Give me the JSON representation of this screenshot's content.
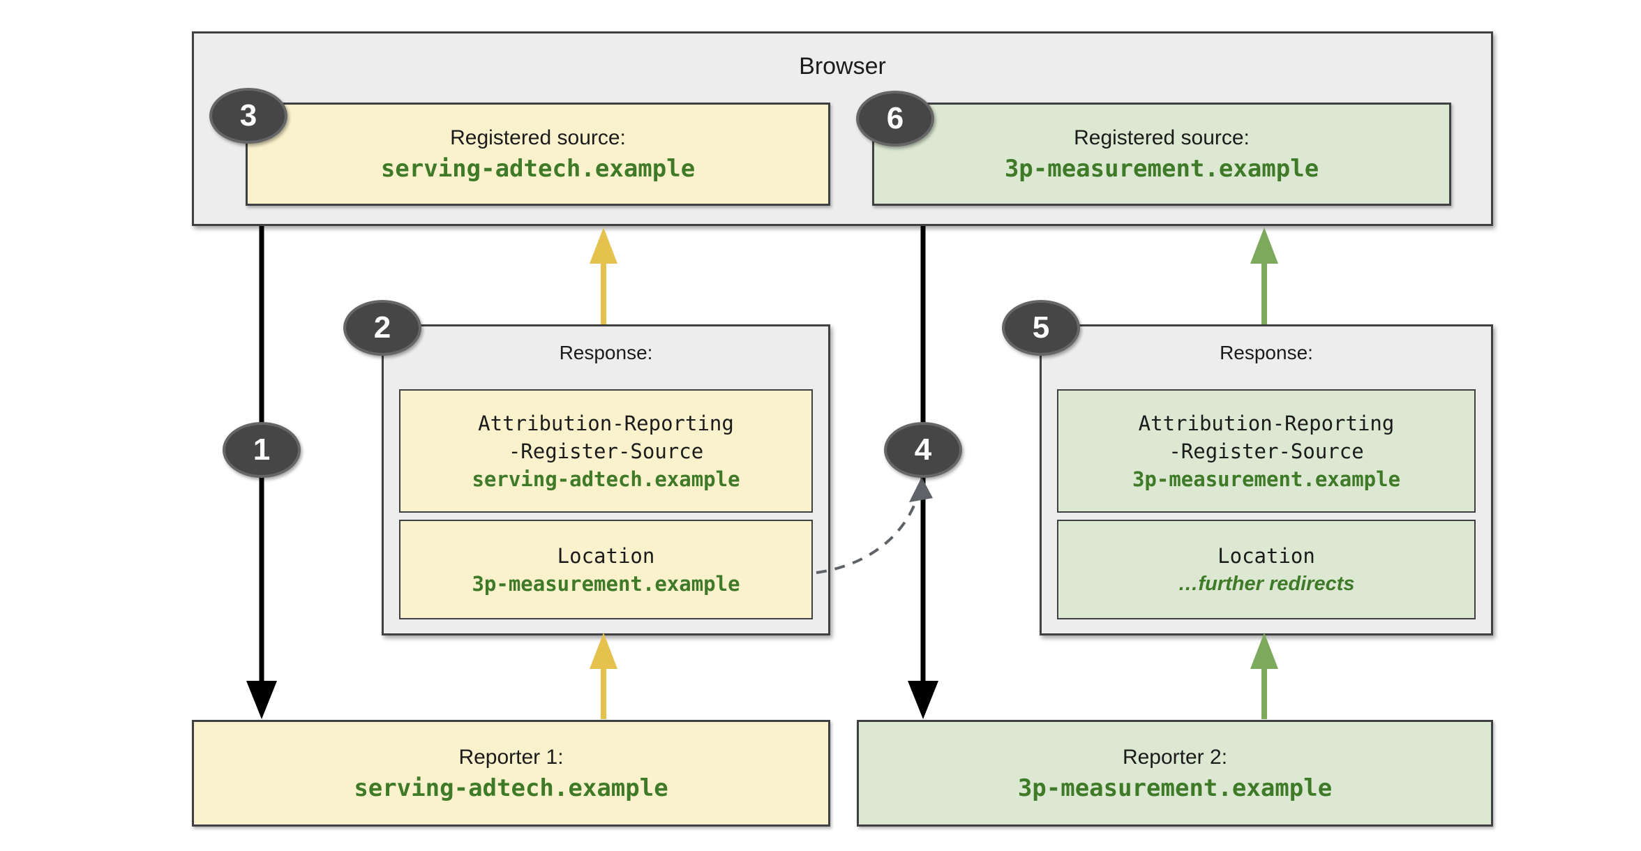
{
  "colors": {
    "page_bg": "#ffffff",
    "panel_fill": "#ededed",
    "panel_border": "#3f4042",
    "yellow_fill": "#faf1cd",
    "green_fill": "#dce8d2",
    "domain_green": "#3e7a28",
    "arrow_yellow": "#e5c14e",
    "arrow_green": "#7ca95c",
    "arrow_black": "#000000",
    "dash_gray": "#5f6368",
    "badge_fill": "#464646",
    "badge_ring": "#666666",
    "badge_text": "#ffffff",
    "text_dark": "#1b1b1b"
  },
  "browser": {
    "label": "Browser",
    "source1": {
      "badge": "3",
      "title": "Registered source:",
      "domain": "serving-adtech.example"
    },
    "source2": {
      "badge": "6",
      "title": "Registered source:",
      "domain": "3p-measurement.example"
    }
  },
  "response1": {
    "badge": "2",
    "title": "Response:",
    "header_line1": "Attribution-Reporting",
    "header_line2": "-Register-Source",
    "header_domain": "serving-adtech.example",
    "location_label": "Location",
    "location_value": "3p-measurement.example"
  },
  "response2": {
    "badge": "5",
    "title": "Response:",
    "header_line1": "Attribution-Reporting",
    "header_line2": "-Register-Source",
    "header_domain": "3p-measurement.example",
    "location_label": "Location",
    "location_value": "…further redirects"
  },
  "reporter1": {
    "title": "Reporter 1:",
    "domain": "serving-adtech.example"
  },
  "reporter2": {
    "title": "Reporter 2:",
    "domain": "3p-measurement.example"
  },
  "steps": {
    "step1": "1",
    "step4": "4"
  }
}
